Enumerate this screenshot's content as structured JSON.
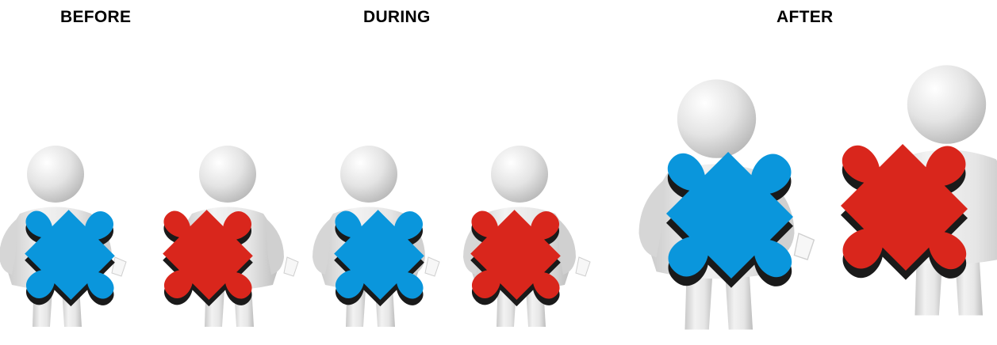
{
  "headings": {
    "before": "BEFORE",
    "during": "DURING",
    "after": "AFTER"
  },
  "colors": {
    "blue_piece": "#0a96dc",
    "red_piece": "#d9261c",
    "piece_shadow": "#1a1a1a",
    "figure_light": "#efefef",
    "figure_shade": "#c7c7c7"
  },
  "icons": {
    "figure": "person-figure-icon",
    "blue": "blue-puzzle-piece-icon",
    "red": "red-puzzle-piece-icon"
  }
}
